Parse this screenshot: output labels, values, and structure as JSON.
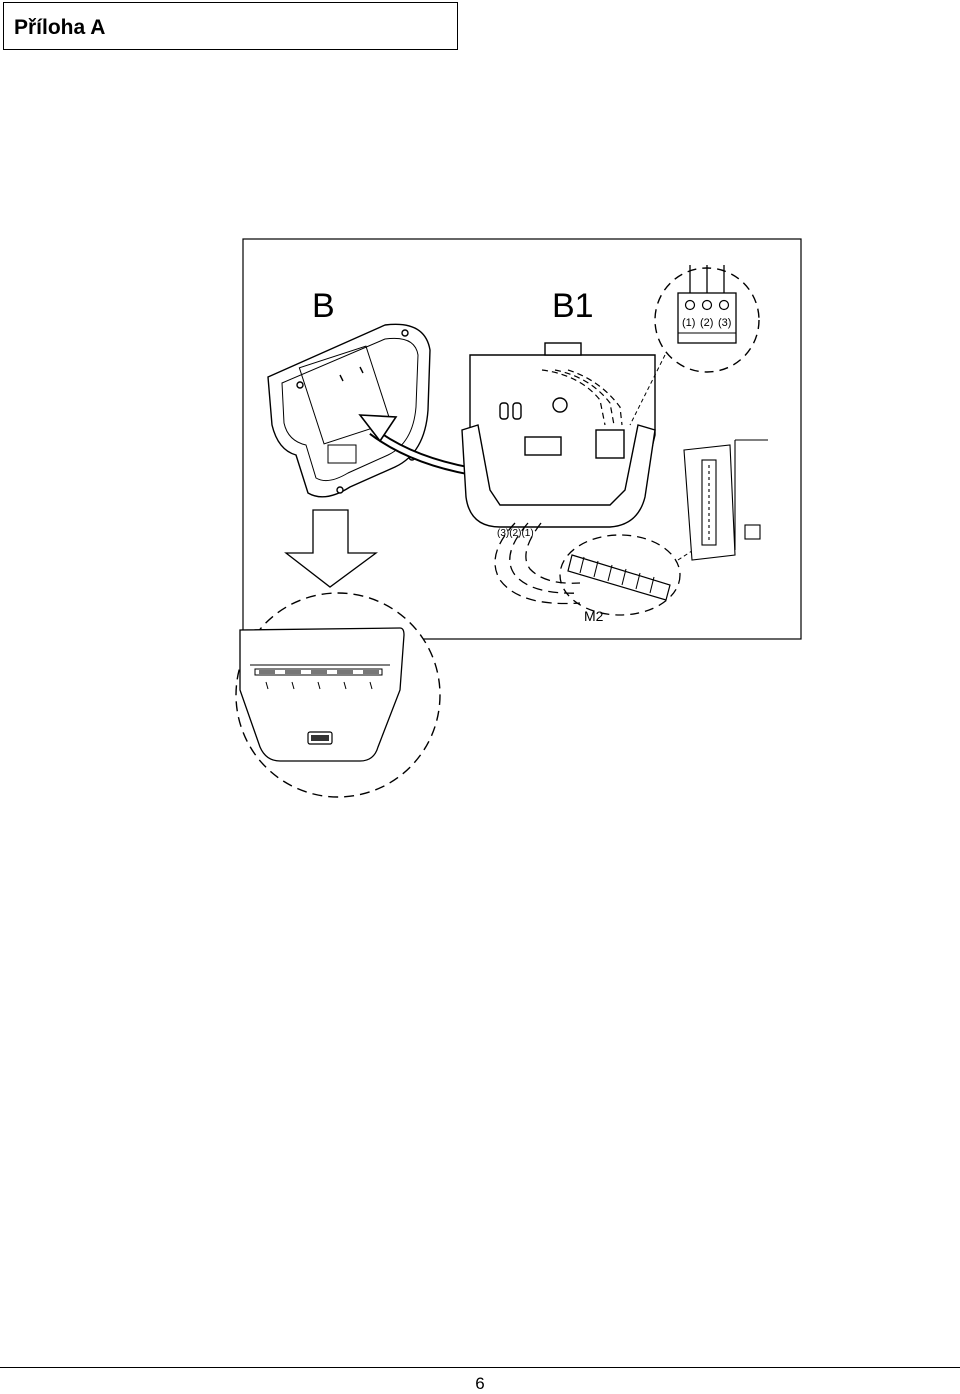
{
  "header": {
    "title": "Příloha A"
  },
  "figure": {
    "label_b": "B",
    "label_b1": "B1",
    "terminal_1": "(1)",
    "terminal_2": "(2)",
    "terminal_3": "(3)",
    "wire_labels": "(3)(2)(1)",
    "label_m2": "M2"
  },
  "footer": {
    "page_number": "6"
  }
}
